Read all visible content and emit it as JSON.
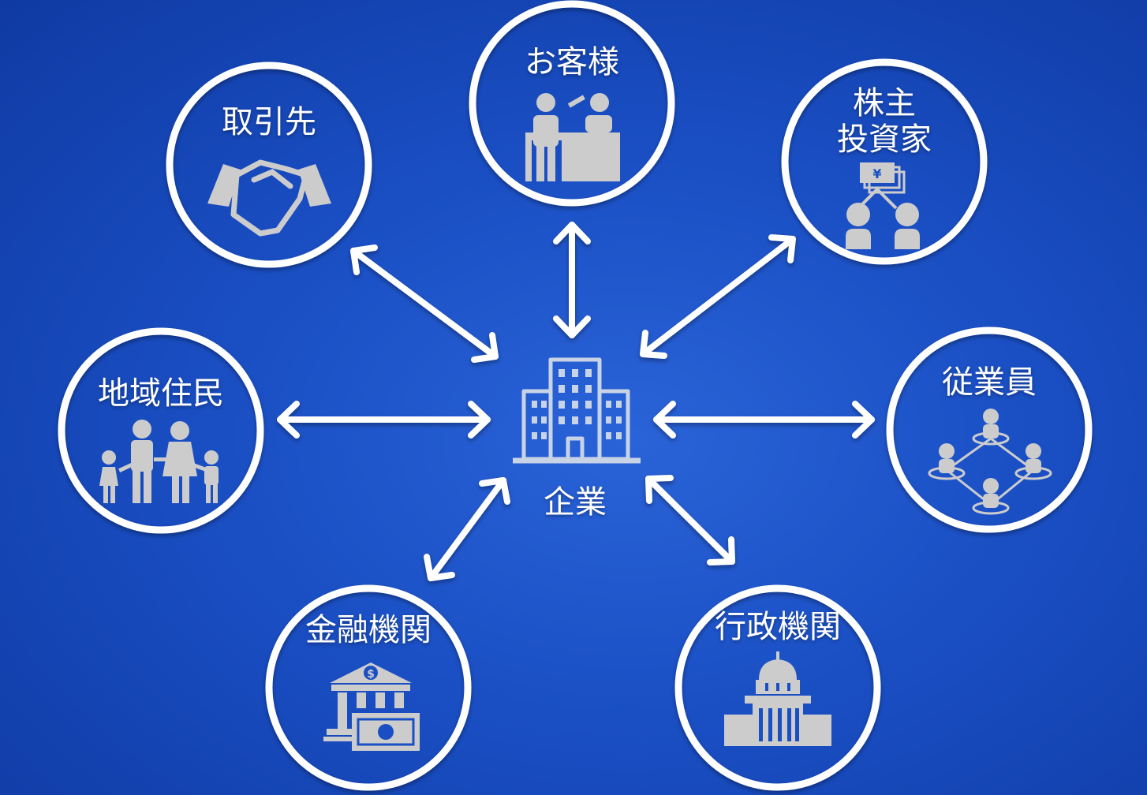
{
  "center": {
    "label": "企業"
  },
  "nodes": [
    {
      "id": "torihikisaki",
      "label": "取引先"
    },
    {
      "id": "okyakusama",
      "label": "お客様"
    },
    {
      "id": "kabunushi",
      "label": "株主\n投資家"
    },
    {
      "id": "jugyoin",
      "label": "従業員"
    },
    {
      "id": "gyosei",
      "label": "行政機関"
    },
    {
      "id": "kinyu",
      "label": "金融機関"
    },
    {
      "id": "chiiki",
      "label": "地域住民"
    }
  ],
  "icons": {
    "yen": "¥",
    "dollar": "$"
  },
  "colors": {
    "background": "#1a4fc4",
    "line": "#ffffff",
    "icon": "#cccccc"
  }
}
